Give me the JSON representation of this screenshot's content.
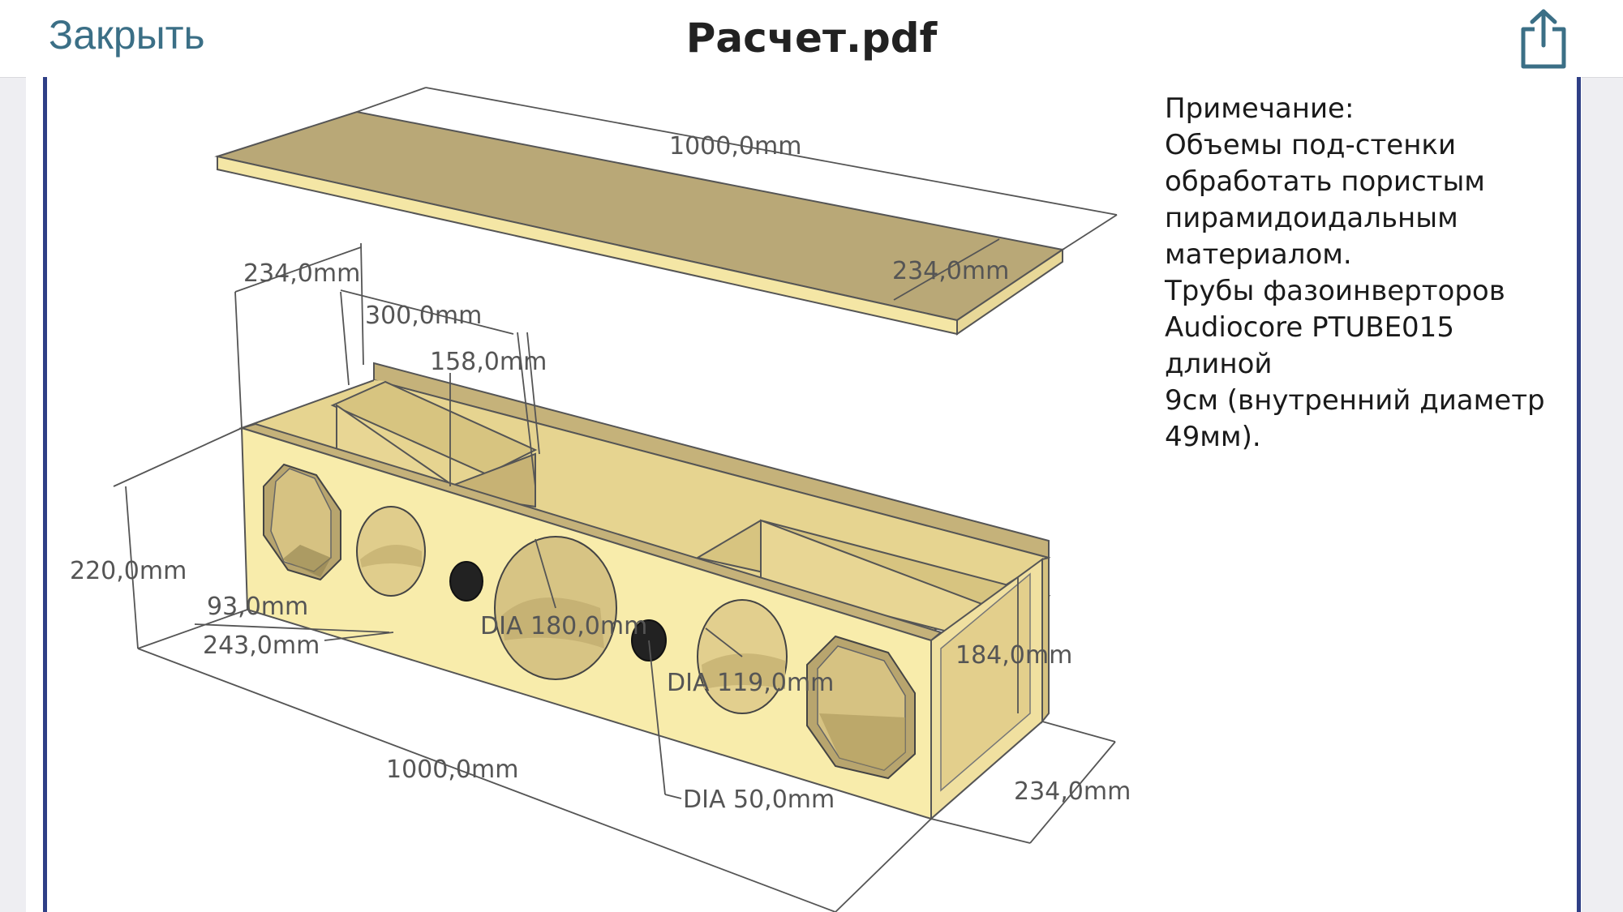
{
  "nav": {
    "close_label": "Закрыть",
    "title": "Расчет.pdf",
    "share_icon": "share-icon"
  },
  "note": {
    "heading": "Примечание:",
    "line1": "Объемы под-стенки",
    "line2": "обработать пористым",
    "line3": "пирамидоидальным",
    "line4": "материалом.",
    "line5": "Трубы фазоинверторов",
    "line6": "Audiocore PTUBE015 длиной",
    "line7": "9см (внутренний диаметр",
    "line8": "49мм)."
  },
  "dimensions": {
    "lid_length": "1000,0mm",
    "lid_width": "234,0mm",
    "left_depth": "234,0mm",
    "compartment_300": "300,0mm",
    "compartment_158": "158,0mm",
    "height": "220,0mm",
    "offset_93": "93,0mm",
    "offset_243": "243,0mm",
    "dia_180": "DIA 180,0mm",
    "dia_119": "DIA 119,0mm",
    "inner_height": "184,0mm",
    "dia_50": "DIA 50,0mm",
    "bottom_length": "1000,0mm",
    "right_depth": "234,0mm"
  },
  "colors": {
    "wood_front": "#f7e9a4",
    "wood_top": "#c9b67c",
    "wood_inner": "#e3d08c",
    "frame_blue": "#2f3f86",
    "accent": "#3b6f86"
  }
}
